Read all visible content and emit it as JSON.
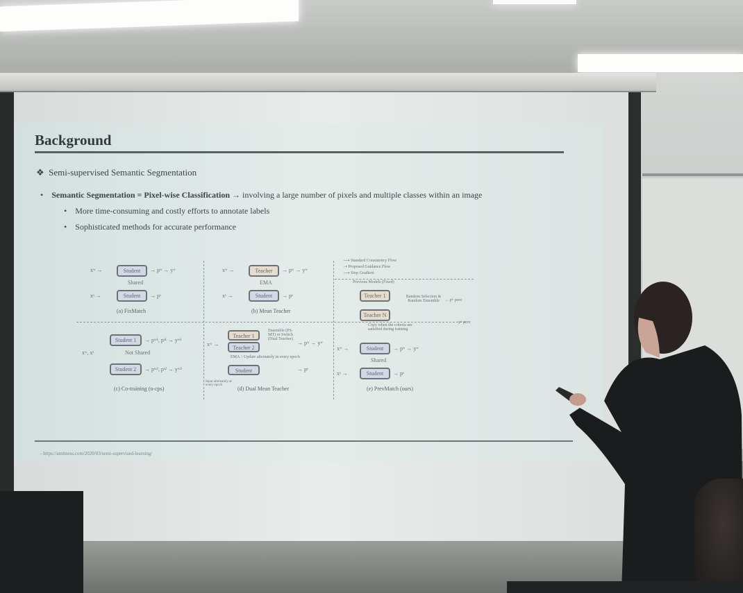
{
  "slide": {
    "title": "Background",
    "section": "Semi-supervised Semantic Segmentation",
    "bullet_bold": "Semantic Segmentation = Pixel-wise Classification",
    "bullet_rest": "→ involving a large number of pixels and multiple classes within an image",
    "sub_bullets": [
      "More time-consuming and costly efforts to annotate labels",
      "Sophisticated methods for accurate performance"
    ],
    "citation": "- https://amitness.com/2020/03/semi-supervised-learning/",
    "diagram": {
      "legend": [
        "Standard Consistency Flow",
        "Proposed Guidance Flow",
        "Stop Gradient"
      ],
      "previous_models": "Previous Models (Fixed)",
      "captions": [
        "(a) FixMatch",
        "(b) Mean Teacher",
        "(c) Co-training (n-cps)",
        "(d) Dual Mean Teacher",
        "(e) PrevMatch (ours)"
      ],
      "student": "Student",
      "teacher": "Teacher",
      "student1": "Student 1",
      "student2": "Student 2",
      "teacher1": "Teacher 1",
      "teacher2": "Teacher 2",
      "teacherN": "Teacher N",
      "shared": "Shared",
      "not_shared": "Not Shared",
      "ema": "EMA",
      "ema_update": "EMA ↑ Update alternately in every epoch",
      "ensemble": "Ensemble (PS-MT) or Switch (Dual Teacher)",
      "input_alt": "Input alternately at every epoch",
      "random": "Random Selection & Random Ensemble",
      "copy": "Copy when the criteria are satisfied during training",
      "xw_a": "xʷ →",
      "xs_a": "xˢ →",
      "pw_yw": "→ pʷ → yʷ",
      "ps": "→ pˢ",
      "xwxs": "xʷ, xˢ",
      "co1": "→ pʷ¹, pˢ¹ → yʷ¹",
      "co2": "→ pʷ², pˢ² → yʷ²",
      "pprev": "→ pʷ prev",
      "yprev": "yʷ prev"
    }
  },
  "colors": {
    "slide_bg": "#dfe8e7",
    "student_box": "#d3d8e6",
    "teacher_box": "#e4ddcf"
  }
}
